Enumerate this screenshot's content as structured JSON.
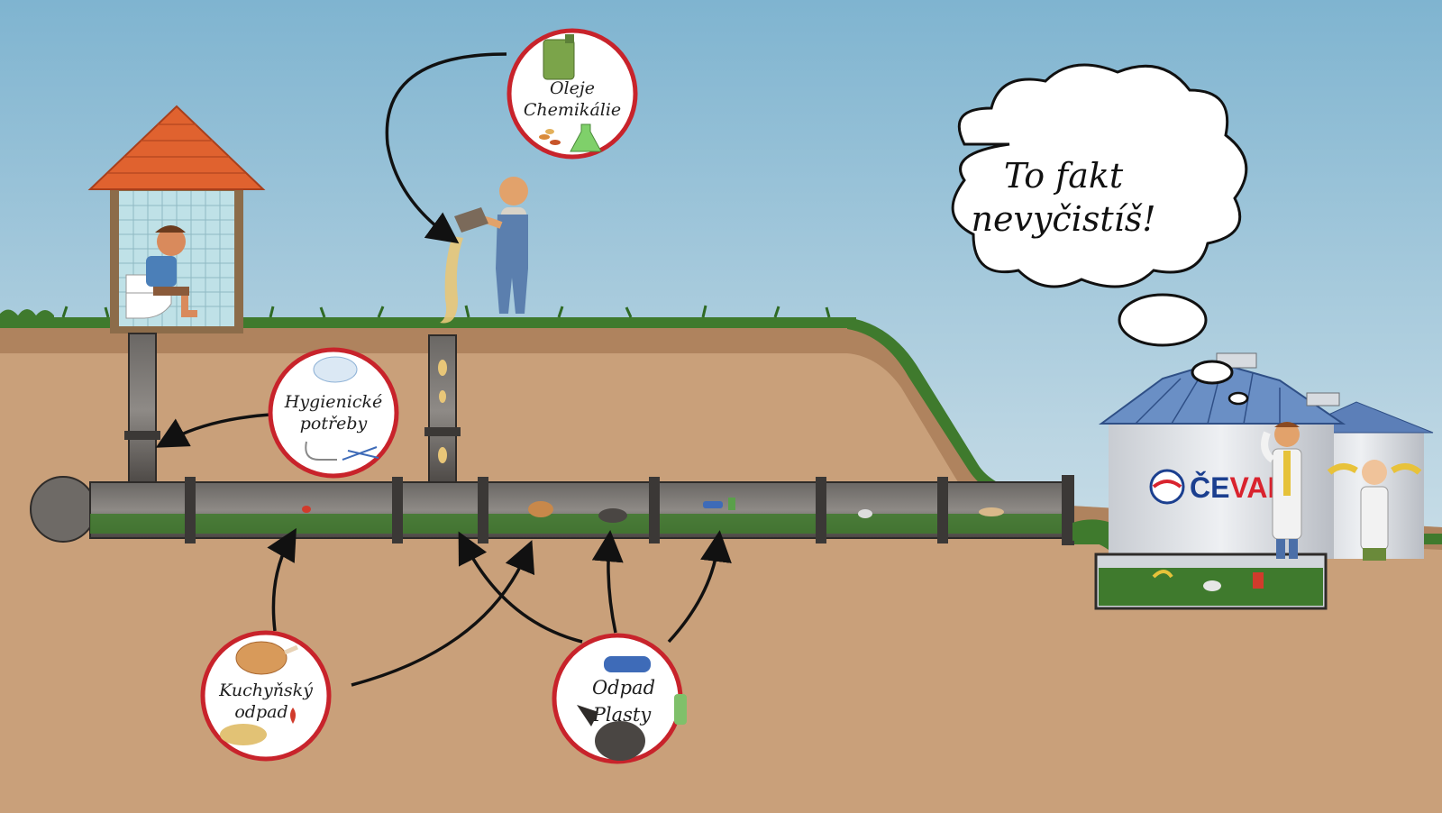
{
  "colors": {
    "sky_top": "#7fb4d0",
    "sky_bottom": "#e4eef1",
    "soil": "#c9a07a",
    "soil_dark": "#a57a55",
    "grass": "#3f7a2d",
    "pipe": "#4d4a47",
    "badge_ring": "#c8232b",
    "roof": "#e0622f",
    "logo_red": "#d9232e",
    "logo_blue": "#1b3f8f"
  },
  "badges": {
    "oils": {
      "line1": "Oleje",
      "line2": "Chemikálie",
      "icons": [
        "canister-icon",
        "pills-icon",
        "flask-icon"
      ]
    },
    "hygiene": {
      "line1": "Hygienické",
      "line2": "potřeby",
      "icons": [
        "pad-icon",
        "cotton-swab-icon"
      ]
    },
    "kitchen": {
      "line1": "Kuchyňský",
      "line2": "odpad",
      "icons": [
        "roast-chicken-icon",
        "apple-core-icon"
      ]
    },
    "plastic": {
      "line1": "Odpad",
      "line2": "Plasty",
      "icons": [
        "plastic-bottle-icon",
        "garbage-bag-icon"
      ]
    }
  },
  "thought_bubble": {
    "line1": "To fakt",
    "line2": "nevyčistíš!"
  },
  "logo": {
    "text_dark": "ČE",
    "text_red": "VAK"
  }
}
